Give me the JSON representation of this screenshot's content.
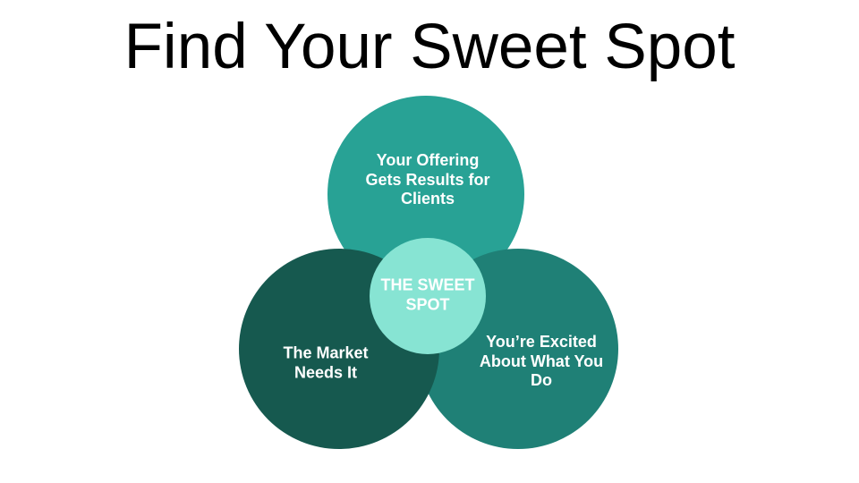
{
  "title": "Find Your Sweet Spot",
  "colors": {
    "background": "#ffffff",
    "title_text": "#000000",
    "top_circle": "#28A295",
    "right_circle": "#1F8076",
    "left_circle": "#16594F",
    "center_circle": "#87E4D3",
    "label_text": "#ffffff"
  },
  "diagram": {
    "type": "venn",
    "circles": {
      "top": {
        "label": "Your Offering Gets Results for Clients",
        "lines": [
          "Your Offering",
          "Gets Results for",
          "Clients"
        ]
      },
      "left": {
        "label": "The Market Needs It",
        "lines": [
          "The Market",
          "Needs It"
        ]
      },
      "right": {
        "label": "You’re Excited About What You Do",
        "lines": [
          "You’re Excited",
          "About What You",
          "Do"
        ]
      },
      "center": {
        "label": "THE SWEET SPOT",
        "lines": [
          "THE SWEET",
          "SPOT"
        ]
      }
    }
  }
}
